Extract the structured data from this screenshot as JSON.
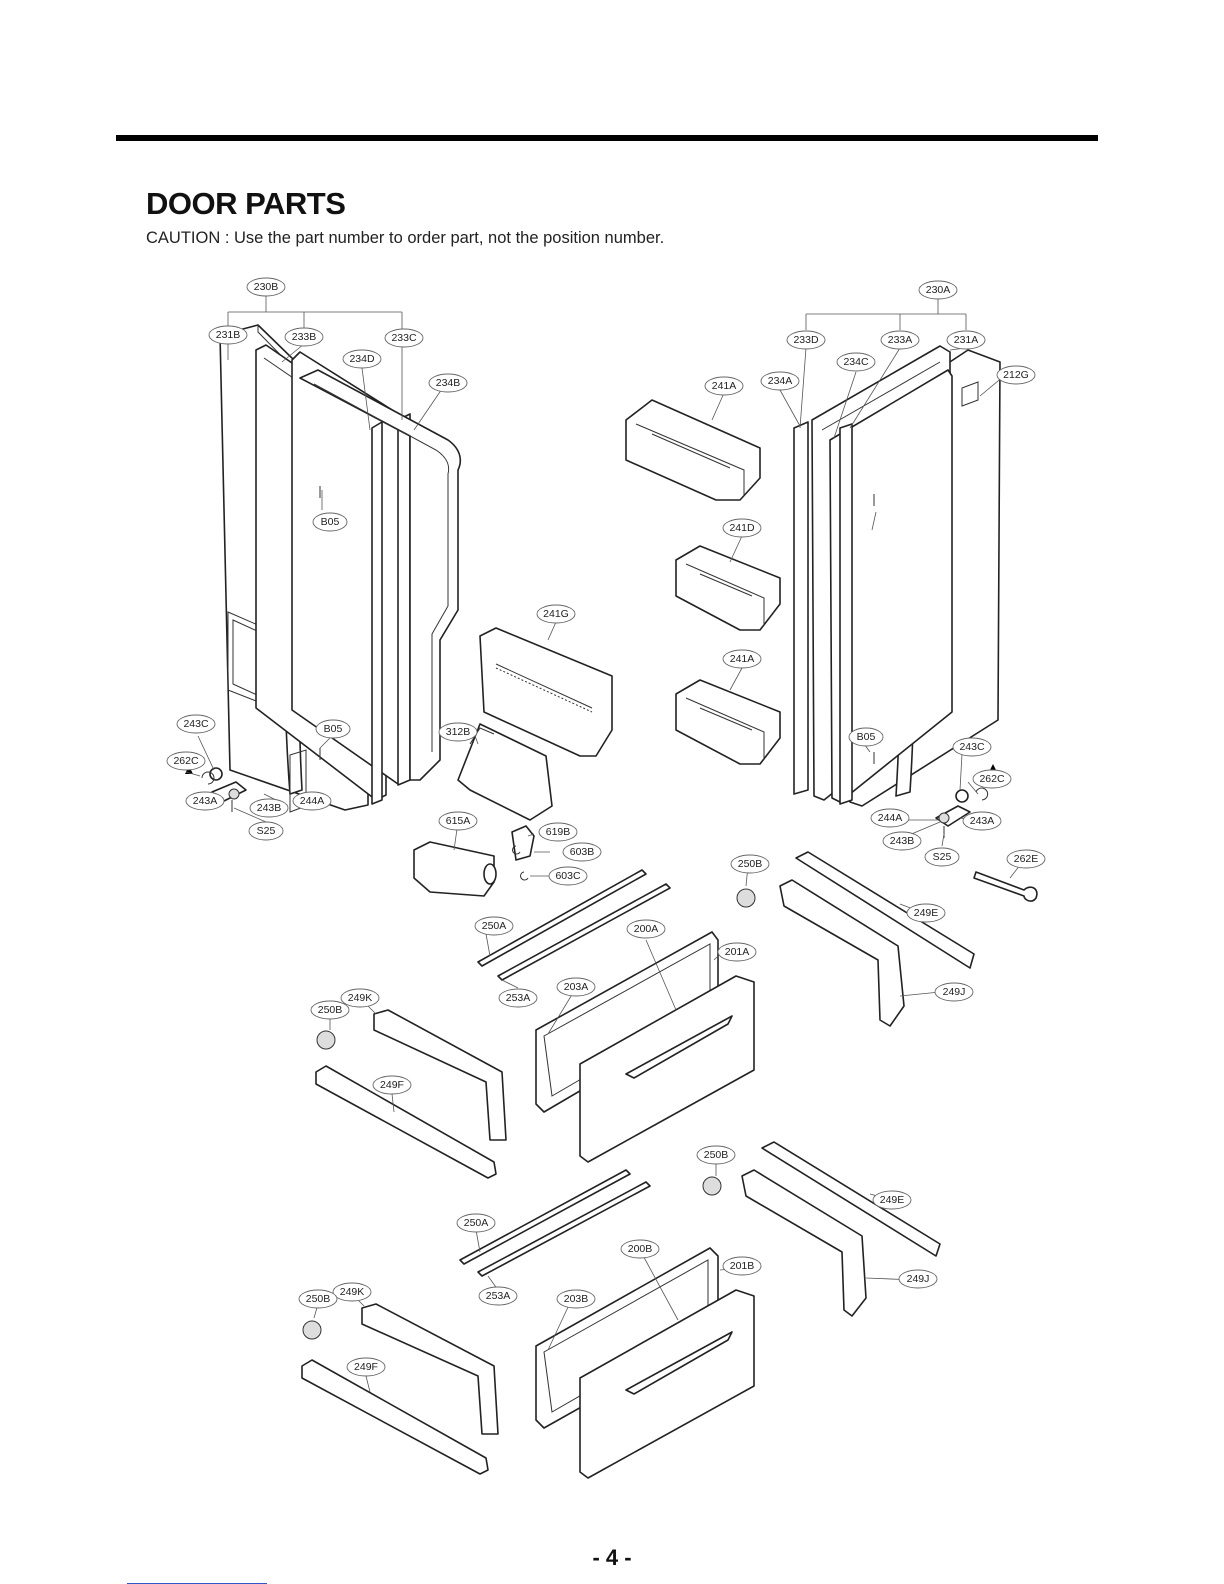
{
  "header": {
    "title": "DOOR PARTS",
    "caution": "CAUTION : Use the part number to order part, not the position number."
  },
  "callouts": [
    "230B",
    "231B",
    "233B",
    "233C",
    "234D",
    "234B",
    "B05",
    "243C",
    "262C",
    "B05",
    "243A",
    "243B",
    "244A",
    "S25",
    "230A",
    "233D",
    "233A",
    "231A",
    "234C",
    "234A",
    "212G",
    "241A",
    "241D",
    "241G",
    "241A",
    "312B",
    "B05",
    "243C",
    "262C",
    "244A",
    "243A",
    "243B",
    "S25",
    "615A",
    "619B",
    "603B",
    "603C",
    "250B",
    "262E",
    "249E",
    "200A",
    "201A",
    "250A",
    "253A",
    "203A",
    "249J",
    "249K",
    "250B",
    "249F",
    "250B",
    "249E",
    "250A",
    "200B",
    "201B",
    "249J",
    "253A",
    "203B",
    "249K",
    "250B",
    "249F"
  ],
  "footer": {
    "page_number": "- 4 -"
  }
}
